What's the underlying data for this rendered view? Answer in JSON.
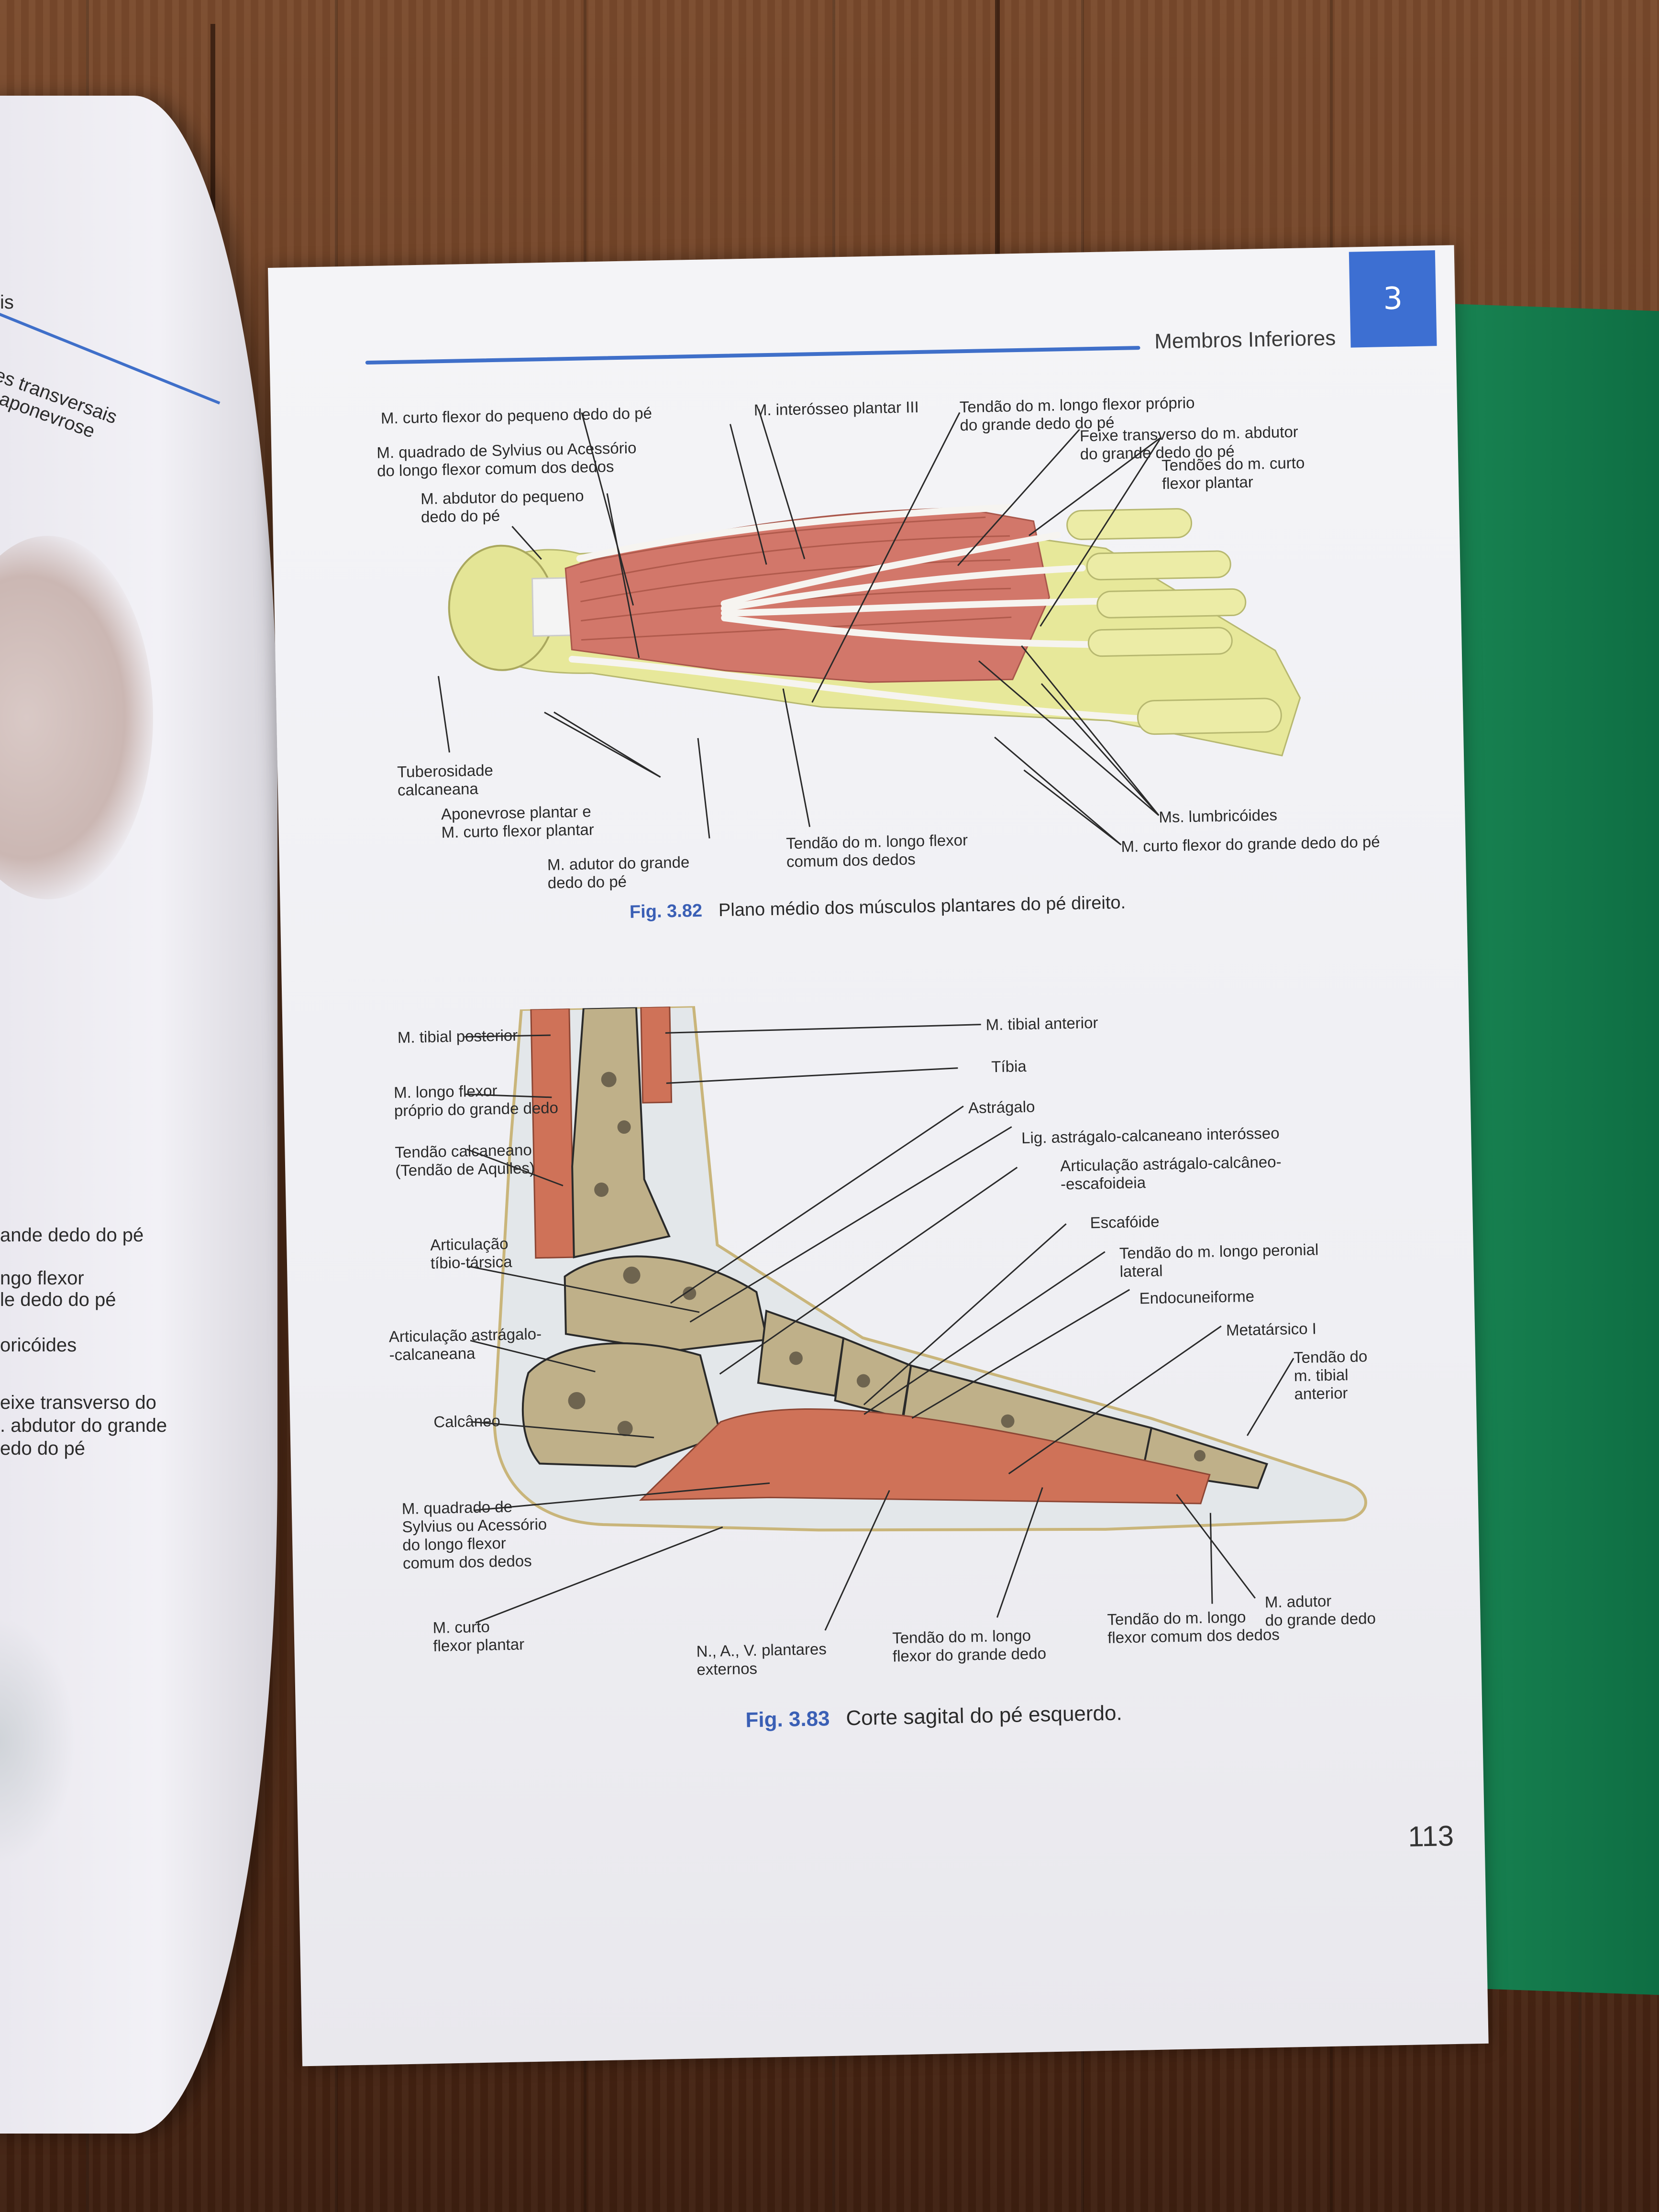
{
  "left_page": {
    "fragments": [
      "is",
      "es transversais",
      "aponevrose",
      "ande dedo do pé",
      "ngo flexor",
      "le dedo do pé",
      "oricóides",
      "eixe transverso do",
      ". abdutor do grande",
      "edo do pé"
    ]
  },
  "header": {
    "running_head": "Membros Inferiores",
    "chapter_number": "3",
    "accent_color": "#3d6fd2"
  },
  "fig_3_82": {
    "labels": [
      "M. curto flexor do pequeno dedo do pé",
      "M. interósseo plantar III",
      "Tendão do m. longo flexor próprio\ndo grande dedo do pé",
      "M. quadrado de Sylvius ou Acessório\ndo longo flexor comum dos dedos",
      "Feixe transverso do m. abdutor\ndo grande dedo do pé",
      "M. abdutor do pequeno\ndedo do pé",
      "Tendões do m. curto\nflexor plantar",
      "Tuberosidade\ncalcaneana",
      "Aponevrose plantar e\nM. curto flexor plantar",
      "Ms. lumbricóides",
      "M. adutor do grande\ndedo do pé",
      "Tendão do m. longo flexor\ncomum dos dedos",
      "M. curto flexor do grande dedo do pé"
    ],
    "caption_number": "Fig. 3.82",
    "caption_text": "Plano médio dos músculos plantares do pé direito."
  },
  "fig_3_83": {
    "labels": [
      "M. tibial posterior",
      "M. tibial anterior",
      "Tíbia",
      "M. longo flexor\npróprio do grande dedo",
      "Astrágalo",
      "Lig. astrágalo-calcaneano interósseo",
      "Articulação astrágalo-calcâneo-\n-escafoideia",
      "Tendão calcaneano\n(Tendão de Aquiles)",
      "Escafóide",
      "Articulação\ntíbio-társica",
      "Tendão do m. longo peronial\nlateral",
      "Endocuneiforme",
      "Articulação astrágalo-\n-calcaneana",
      "Metatársico I",
      "Tendão do\nm. tibial\nanterior",
      "Calcâneo",
      "M. quadrado de\nSylvius ou Acessório\ndo longo flexor\ncomum dos dedos",
      "M. curto\nflexor plantar",
      "M. adutor\ndo grande dedo",
      "Tendão do m. longo\nflexor comum dos dedos",
      "Tendão do m. longo\nflexor do grande dedo",
      "N., A., V. plantares\nexternos"
    ],
    "caption_number": "Fig. 3.83",
    "caption_text": "Corte sagital do pé esquerdo."
  },
  "page_number": "113"
}
